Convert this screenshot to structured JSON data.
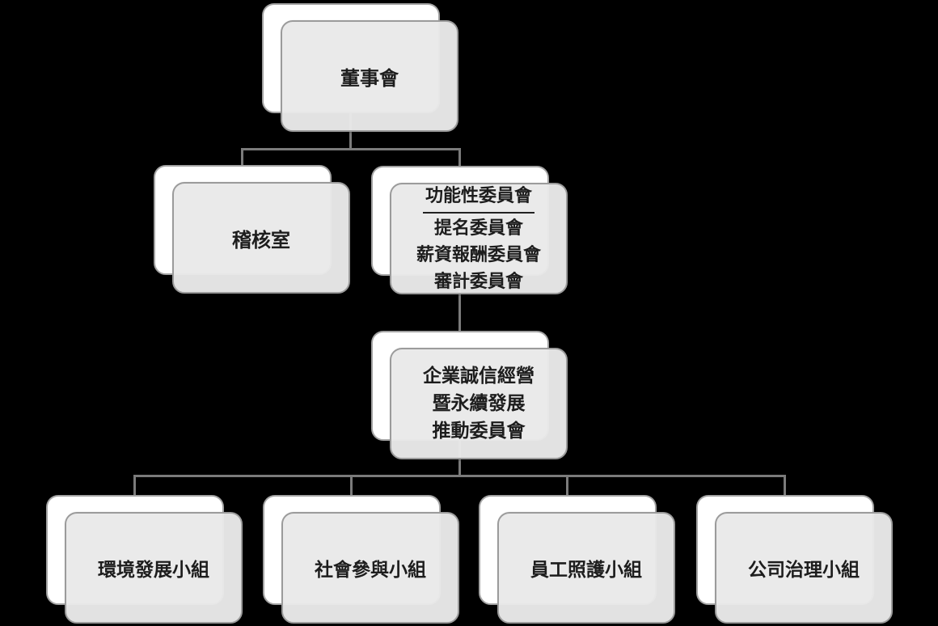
{
  "chart": {
    "type": "org-chart",
    "board": {
      "label": "董事會"
    },
    "audit_office": {
      "label": "稽核室"
    },
    "functional_committees": {
      "title": "功能性委員會",
      "items": [
        "提名委員會",
        "薪資報酬委員會",
        "審計委員會"
      ]
    },
    "csr_committee": {
      "lines": [
        "企業誠信經營",
        "暨永續發展",
        "推動委員會"
      ]
    },
    "groups": [
      "環境發展小組",
      "社會參與小組",
      "員工照護小組",
      "公司治理小組"
    ]
  },
  "colors": {
    "background": "#000000",
    "back_card_fill": "#ffffff",
    "front_card_fill": "#e9e9e9",
    "card_border": "#a3a3a3",
    "connector": "#7b7b7b",
    "text": "#1d1d1d"
  }
}
